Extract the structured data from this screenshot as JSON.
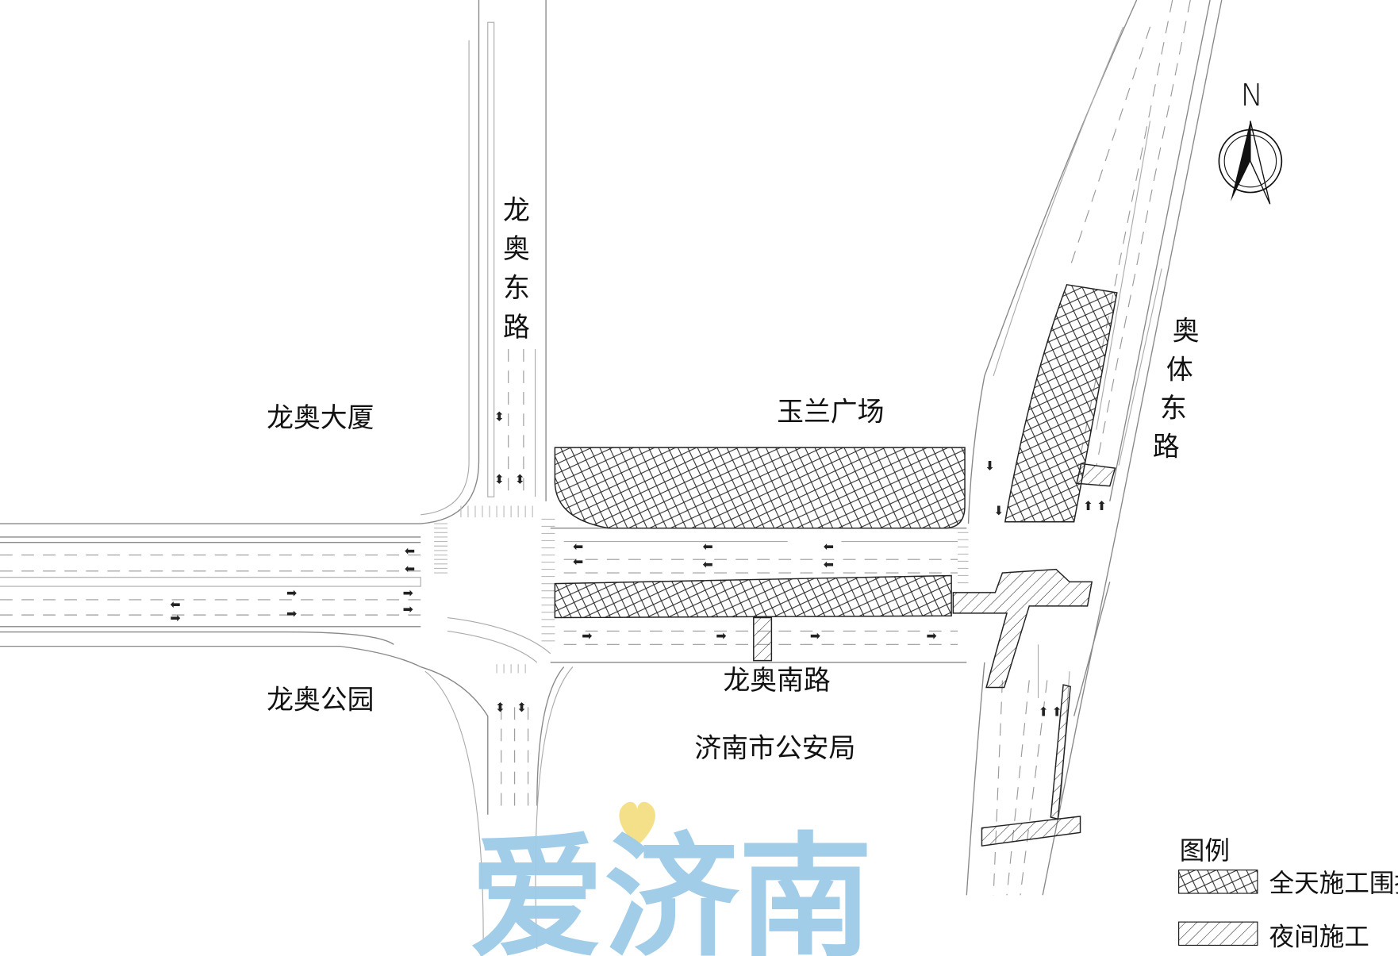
{
  "labels": {
    "longao_east_road": [
      "龙",
      "奥",
      "东",
      "路"
    ],
    "longao_building": "龙奥大厦",
    "yulan_square": "玉兰广场",
    "aoti_east_road": [
      "奥",
      "体",
      "东",
      "路"
    ],
    "longao_south_road": "龙奥南路",
    "longao_park": "龙奥公园",
    "police_bureau": "济南市公安局"
  },
  "compass": {
    "label": "N",
    "icon": "north-arrow-icon"
  },
  "legend": {
    "title": "图例",
    "items": [
      {
        "label": "全天施工围挡",
        "pattern": "crosshatch"
      },
      {
        "label": "夜间施工",
        "pattern": "diagonal-hatch"
      }
    ]
  },
  "watermark": {
    "text": "爱济南",
    "color": "#9ecbe8",
    "heart_color": "#f5e08a"
  }
}
